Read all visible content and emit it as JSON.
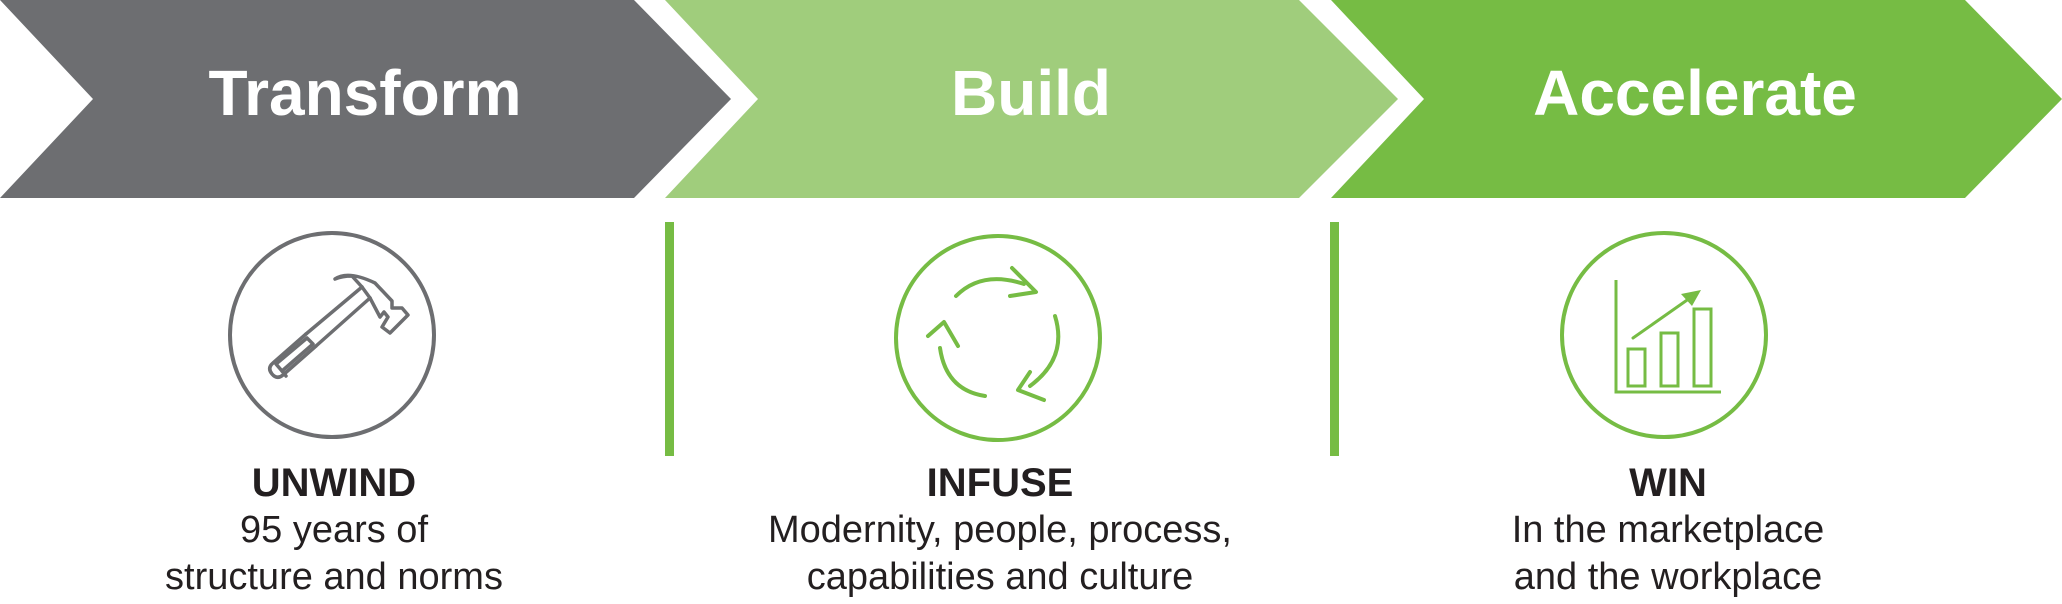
{
  "colors": {
    "transform": "#6d6e71",
    "build": "#a0cd7c",
    "accelerate": "#76bc44",
    "divider": "#76bc44",
    "icon_gray": "#6d6e71",
    "icon_green": "#76bc44",
    "text": "#231f20"
  },
  "stages": [
    {
      "title": "Transform",
      "icon": "hammer-icon",
      "heading": "UNWIND",
      "line1": "95 years of",
      "line2": "structure and norms"
    },
    {
      "title": "Build",
      "icon": "cycle-arrows-icon",
      "heading": "INFUSE",
      "line1": "Modernity, people, process,",
      "line2": "capabilities and culture"
    },
    {
      "title": "Accelerate",
      "icon": "growth-chart-icon",
      "heading": "WIN",
      "line1": "In the marketplace",
      "line2": "and the workplace"
    }
  ]
}
